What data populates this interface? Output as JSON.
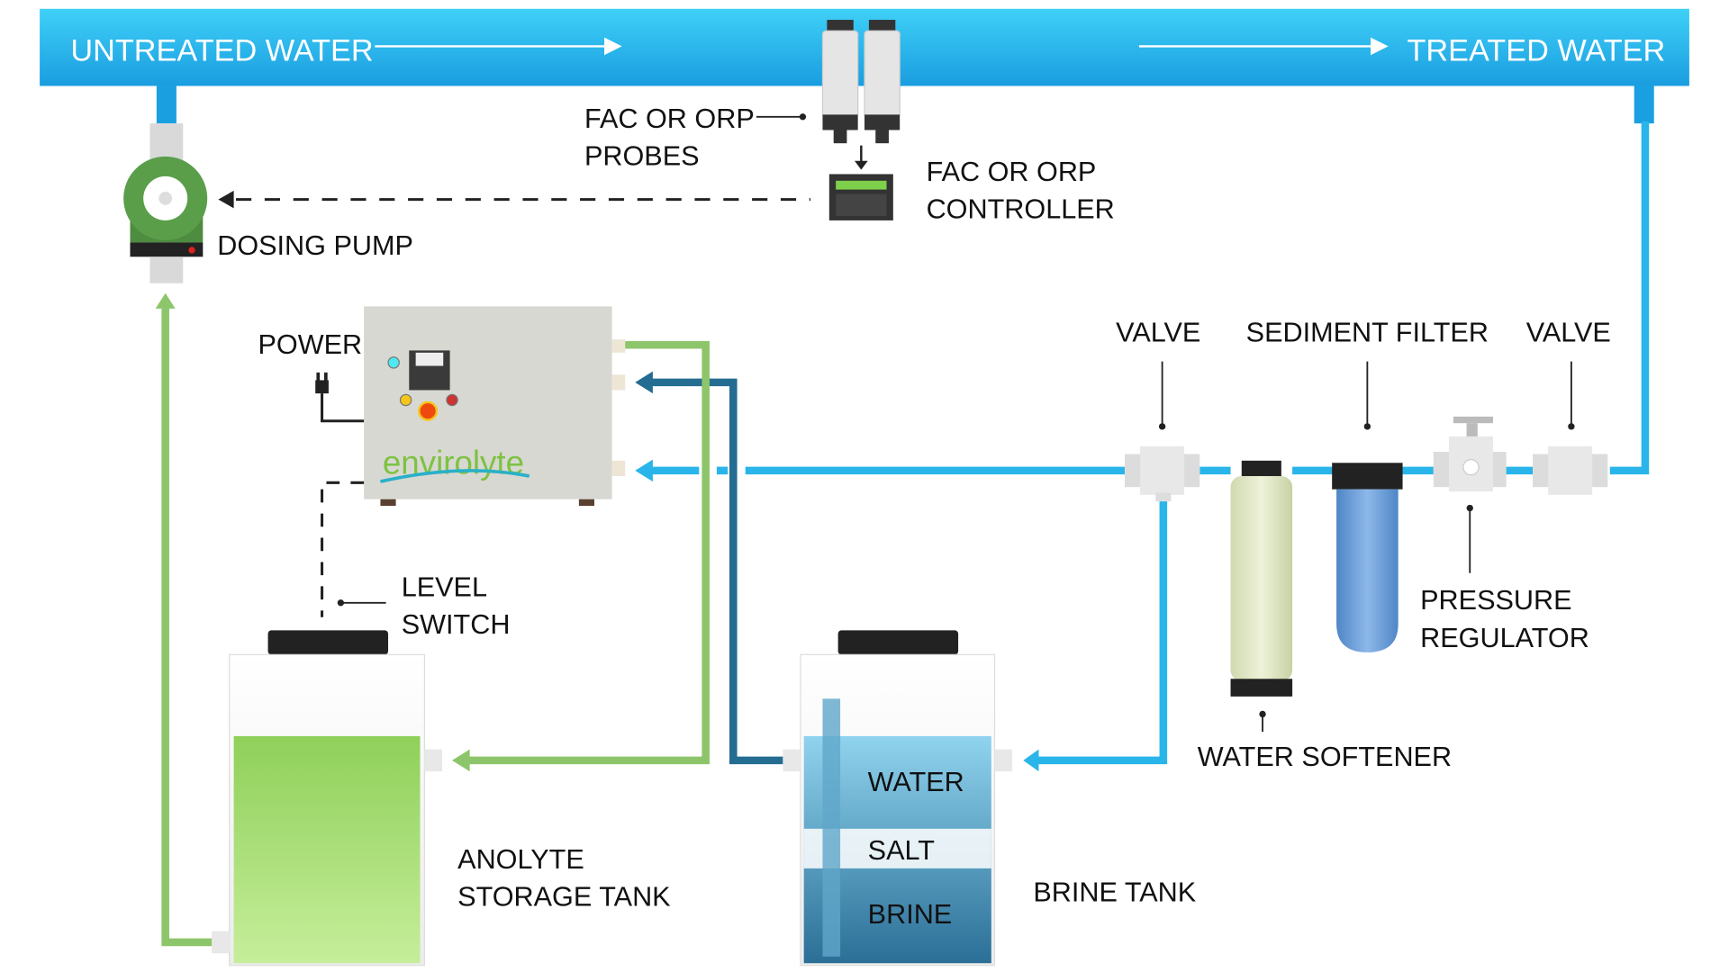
{
  "pipe": {
    "left_label": "UNTREATED WATER",
    "right_label": "TREATED WATER"
  },
  "labels": {
    "probes_1": "FAC OR ORP",
    "probes_2": "PROBES",
    "controller_1": "FAC OR ORP",
    "controller_2": "CONTROLLER",
    "dosing_pump": "DOSING PUMP",
    "power": "POWER",
    "level_switch_1": "LEVEL",
    "level_switch_2": "SWITCH",
    "anolyte_1": "ANOLYTE",
    "anolyte_2": "STORAGE TANK",
    "brine_tank": "BRINE TANK",
    "water": "WATER",
    "salt": "SALT",
    "brine": "BRINE",
    "valve_left": "VALVE",
    "sediment_filter": "SEDIMENT FILTER",
    "valve_right": "VALVE",
    "pressure_1": "PRESSURE",
    "pressure_2": "REGULATOR",
    "water_softener": "WATER SOFTENER"
  },
  "logo": "envirolyte",
  "colors": {
    "pipe": "#29b5ea",
    "green": "#8dc56b",
    "dark_blue": "#246c91",
    "pump": "#5a9e4a"
  }
}
